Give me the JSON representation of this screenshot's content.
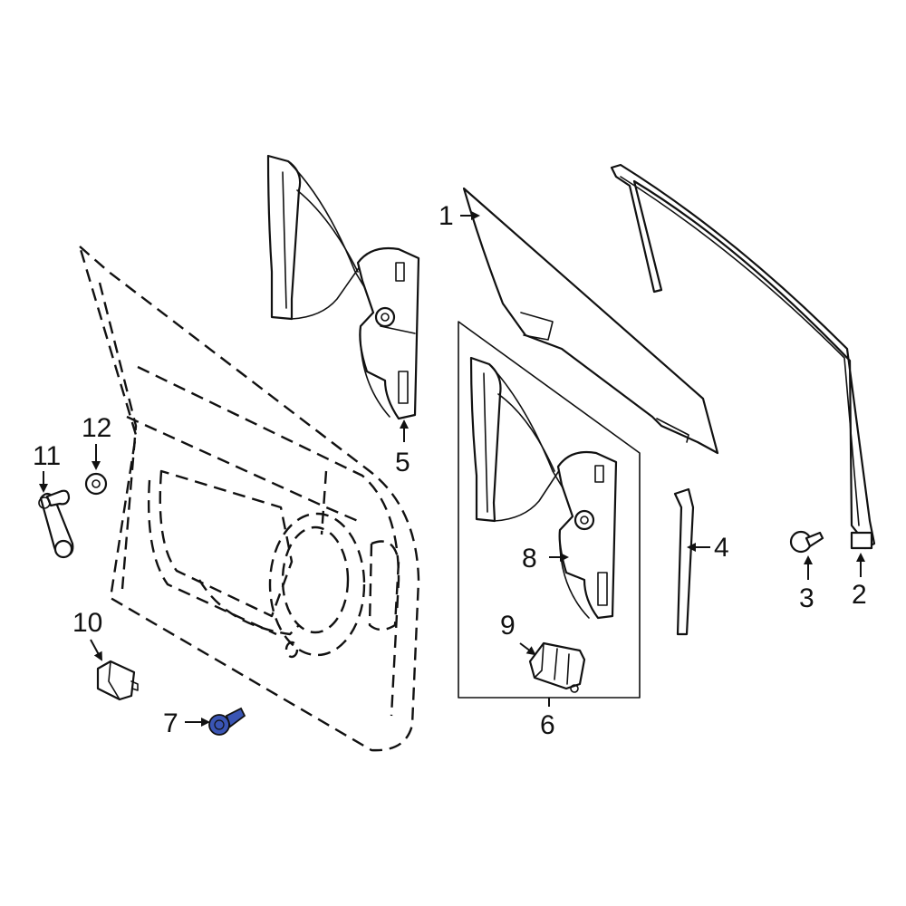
{
  "diagram": {
    "highlight_color": "#3a55b4",
    "line_color": "#111111",
    "callouts": [
      {
        "id": "c1",
        "label": "1"
      },
      {
        "id": "c2",
        "label": "2"
      },
      {
        "id": "c3",
        "label": "3"
      },
      {
        "id": "c4",
        "label": "4"
      },
      {
        "id": "c5",
        "label": "5"
      },
      {
        "id": "c6",
        "label": "6"
      },
      {
        "id": "c7",
        "label": "7"
      },
      {
        "id": "c8",
        "label": "8"
      },
      {
        "id": "c9",
        "label": "9"
      },
      {
        "id": "c10",
        "label": "10"
      },
      {
        "id": "c11",
        "label": "11"
      },
      {
        "id": "c12",
        "label": "12"
      }
    ]
  }
}
